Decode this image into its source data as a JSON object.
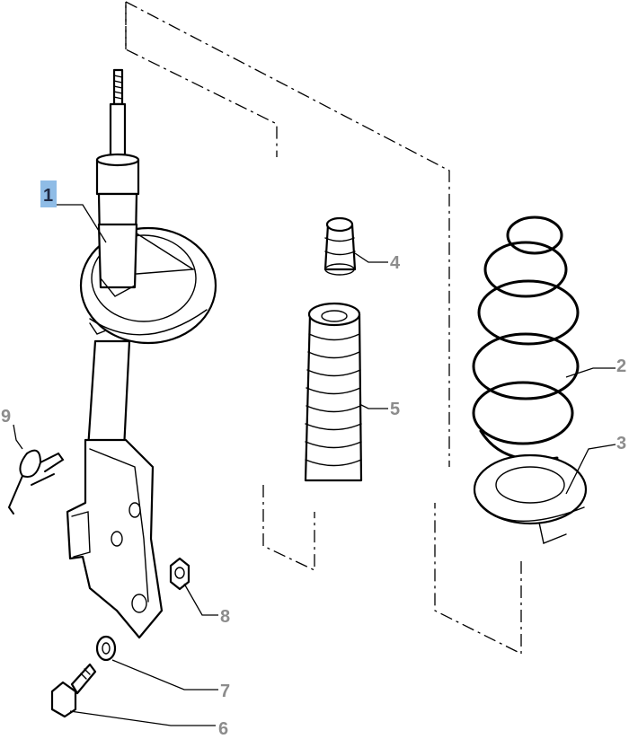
{
  "callouts": [
    {
      "id": "1",
      "label": "1",
      "highlight": true
    },
    {
      "id": "2",
      "label": "2",
      "highlight": false
    },
    {
      "id": "3",
      "label": "3",
      "highlight": false
    },
    {
      "id": "4",
      "label": "4",
      "highlight": false
    },
    {
      "id": "5",
      "label": "5",
      "highlight": false
    },
    {
      "id": "6",
      "label": "6",
      "highlight": false
    },
    {
      "id": "7",
      "label": "7",
      "highlight": false
    },
    {
      "id": "8",
      "label": "8",
      "highlight": false
    },
    {
      "id": "9",
      "label": "9",
      "highlight": false
    }
  ],
  "colors": {
    "highlight_box": "#8fbce6",
    "callout_text": "#8c8c8c",
    "line": "#000000"
  }
}
